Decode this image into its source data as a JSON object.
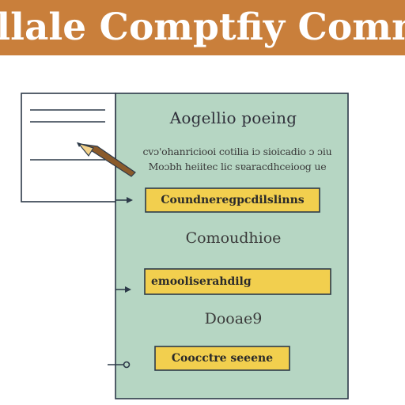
{
  "banner": {
    "title": "Collale Comptfiy Comnes",
    "background": "#c97f3b"
  },
  "panel": {
    "heading": "Aogellio poeing",
    "description_line_1": "cvɔ'ohanriciooi cotilia iɔ sioicadio ɔ ɔiu",
    "description_line_2": "Moɔbh heiitec lic sɐaracdhceioog ue",
    "boxes": [
      {
        "label": "Coundneregpcdilslinns"
      },
      {
        "label": "emooliserahdilg"
      },
      {
        "label": "Coocctre seeene"
      }
    ],
    "middle_labels": [
      "Comoudhioe",
      "Dooae9"
    ]
  },
  "colors": {
    "panel_fill": "#b6d6c3",
    "box_fill": "#f2cf4e",
    "line_color": "#2d3a49",
    "pencil_body": "#8a5a2b",
    "pencil_tip": "#f4d28a"
  }
}
